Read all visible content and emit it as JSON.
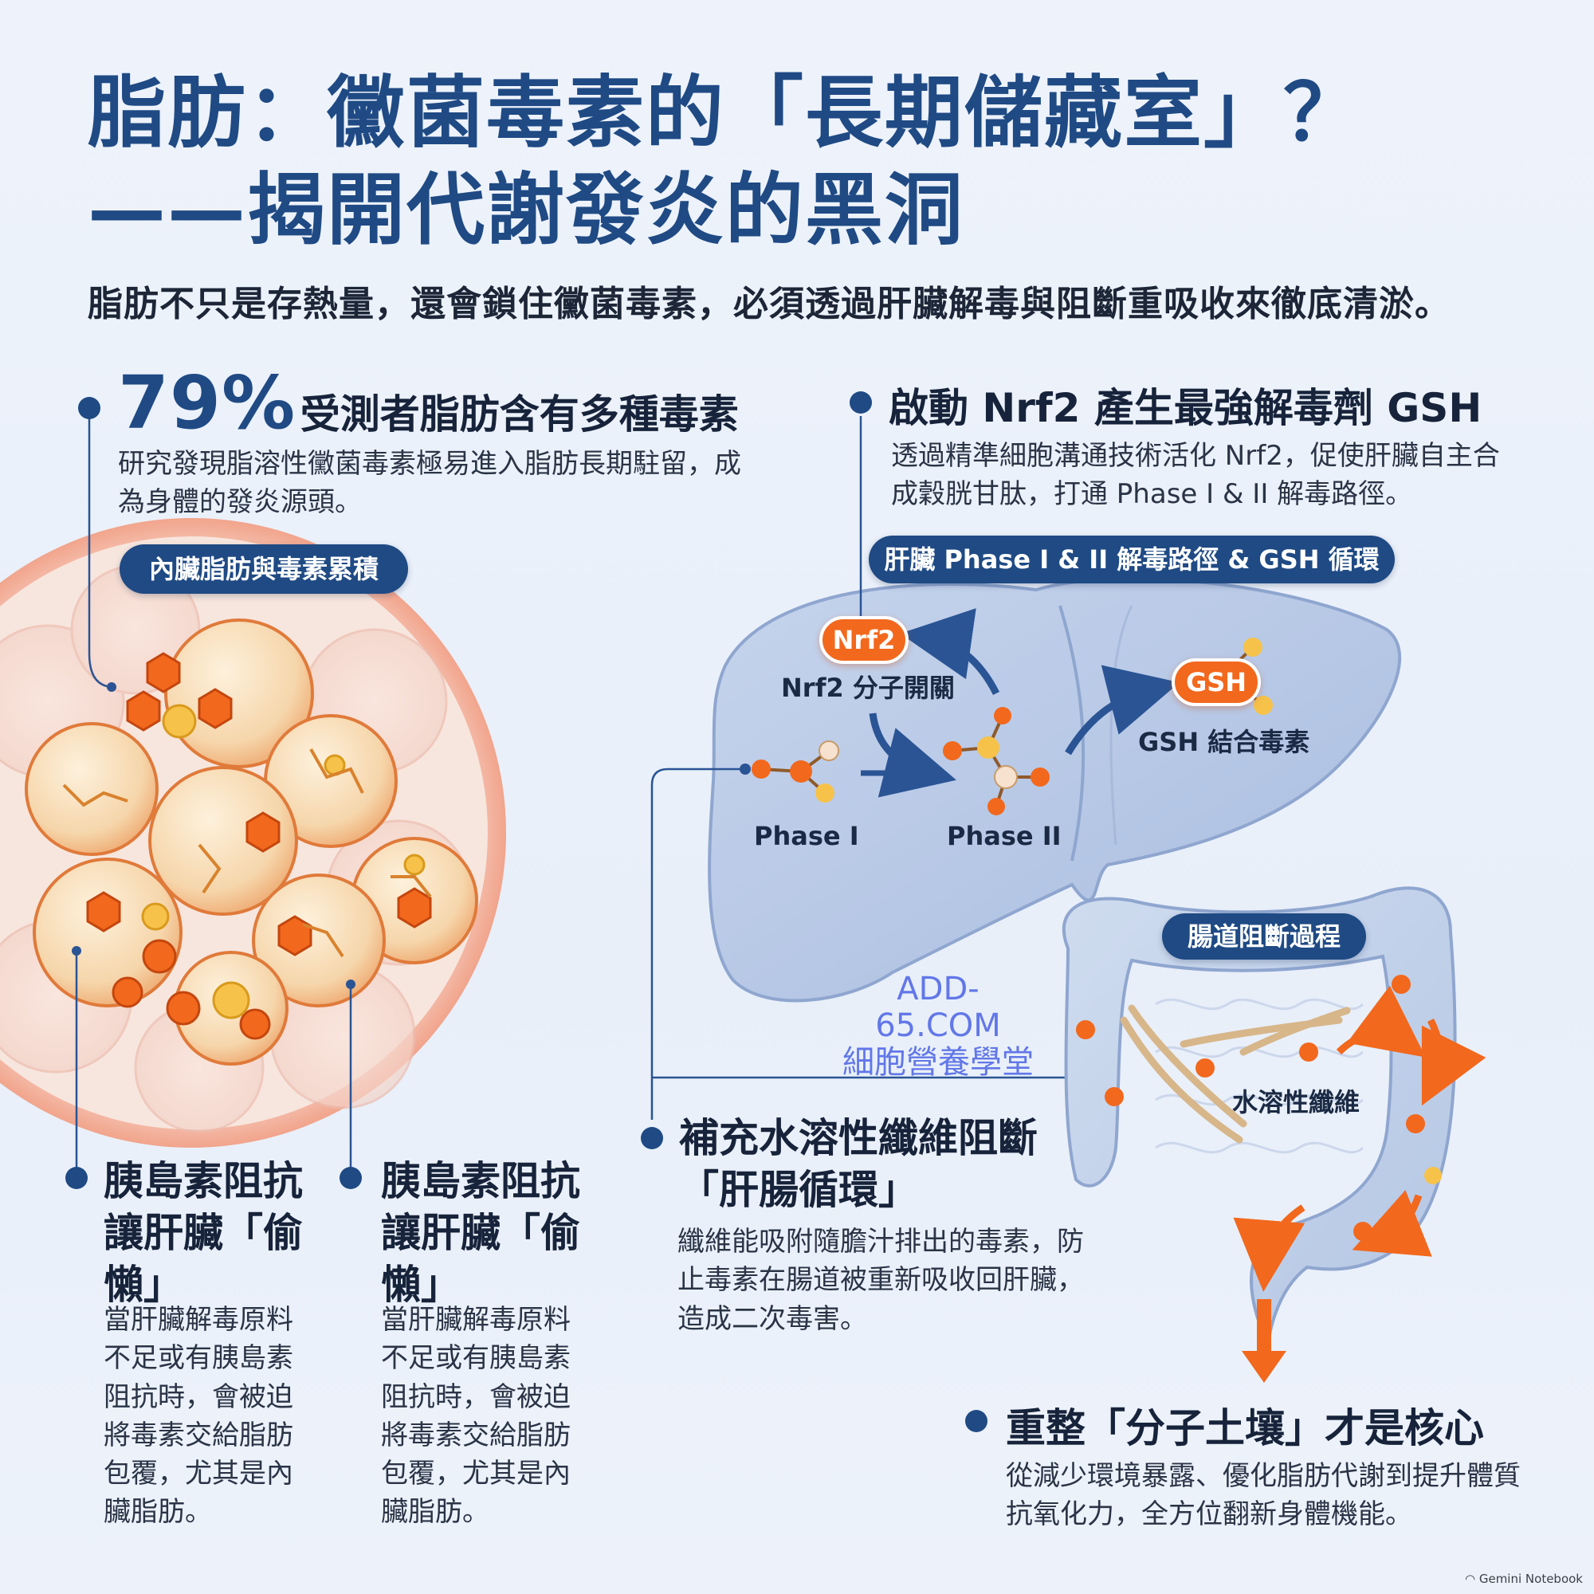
{
  "header": {
    "title_line1": "脂肪：黴菌毒素的「長期儲藏室」？",
    "title_line2": "——揭開代謝發炎的黑洞",
    "subtitle": "脂肪不只是存熱量，還會鎖住黴菌毒素，必須透過肝臟解毒與阻斷重吸收來徹底清淤。"
  },
  "stat_block": {
    "percent": "79%",
    "heading": "受測者脂肪含有多種毒素",
    "body": "研究發現脂溶性黴菌毒素極易進入脂肪長期駐留，成為身體的發炎源頭。"
  },
  "fat_diagram": {
    "pill": "內臟脂肪與毒素累積"
  },
  "insulin_block_1": {
    "heading": "胰島素阻抗讓肝臟「偷懶」",
    "body": "當肝臟解毒原料不足或有胰島素阻抗時，會被迫將毒素交給脂肪包覆，尤其是內臟脂肪。"
  },
  "insulin_block_2": {
    "heading": "胰島素阻抗讓肝臟「偷懶」",
    "body": "當肝臟解毒原料不足或有胰島素阻抗時，會被迫將毒素交給脂肪包覆，尤其是內臟脂肪。"
  },
  "nrf2_block": {
    "heading": "啟動 Nrf2 產生最強解毒劑 GSH",
    "body": "透過精準細胞溝通技術活化 Nrf2，促使肝臟自主合成穀胱甘肽，打通 Phase I & II 解毒路徑。"
  },
  "liver_diagram": {
    "pill": "肝臟 Phase I & II 解毒路徑 & GSH 循環",
    "nrf2_badge": "Nrf2",
    "nrf2_label": "Nrf2 分子開關",
    "gsh_badge": "GSH",
    "gsh_label": "GSH 結合毒素",
    "phase1_label": "Phase I",
    "phase2_label": "Phase II"
  },
  "gut_diagram": {
    "pill": "腸道阻斷過程",
    "fiber_label": "水溶性纖維"
  },
  "watermark": {
    "line1": "ADD-65.COM",
    "line2": "細胞營養學堂"
  },
  "fiber_block": {
    "heading": "補充水溶性纖維阻斷「肝腸循環」",
    "body": "纖維能吸附隨膽汁排出的毒素，防止毒素在腸道被重新吸收回肝臟，造成二次毒害。"
  },
  "soil_block": {
    "heading": "重整「分子土壤」才是核心",
    "body": "從減少環境暴露、優化脂肪代謝到提升體質抗氧化力，全方位翻新身體機能。"
  },
  "footer": {
    "brand": "Gemini Notebook"
  },
  "colors": {
    "navy": "#1f4a84",
    "orange": "#f2681d",
    "fat_cell": "#f7d9b0",
    "organ_blue": "#b9c9e6"
  },
  "icons": [
    "fat-cell-icon",
    "toxin-molecule-icon",
    "liver-icon",
    "intestine-icon",
    "fiber-strand-icon",
    "arrow-icon"
  ]
}
